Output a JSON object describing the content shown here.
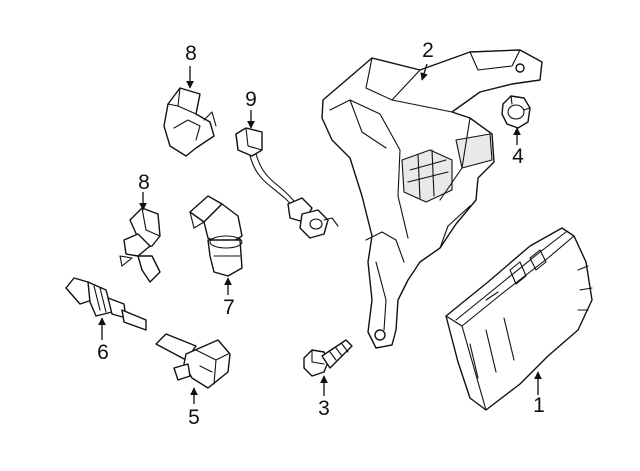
{
  "callouts": [
    {
      "id": "c1",
      "label": "1"
    },
    {
      "id": "c2",
      "label": "2"
    },
    {
      "id": "c3",
      "label": "3"
    },
    {
      "id": "c4",
      "label": "4"
    },
    {
      "id": "c5",
      "label": "5"
    },
    {
      "id": "c6",
      "label": "6"
    },
    {
      "id": "c7",
      "label": "7"
    },
    {
      "id": "c8a",
      "label": "8"
    },
    {
      "id": "c8b",
      "label": "8"
    },
    {
      "id": "c9",
      "label": "9"
    }
  ],
  "parts": [
    {
      "callout": "1",
      "icon": "control-module-icon"
    },
    {
      "callout": "2",
      "icon": "mounting-bracket-icon"
    },
    {
      "callout": "3",
      "icon": "bolt-icon"
    },
    {
      "callout": "4",
      "icon": "nut-icon"
    },
    {
      "callout": "5",
      "icon": "ignition-coil-icon"
    },
    {
      "callout": "6",
      "icon": "temperature-sensor-icon"
    },
    {
      "callout": "7",
      "icon": "position-sensor-icon"
    },
    {
      "callout": "8",
      "icon": "camshaft-sensor-icon"
    },
    {
      "callout": "9",
      "icon": "knock-sensor-icon"
    }
  ]
}
